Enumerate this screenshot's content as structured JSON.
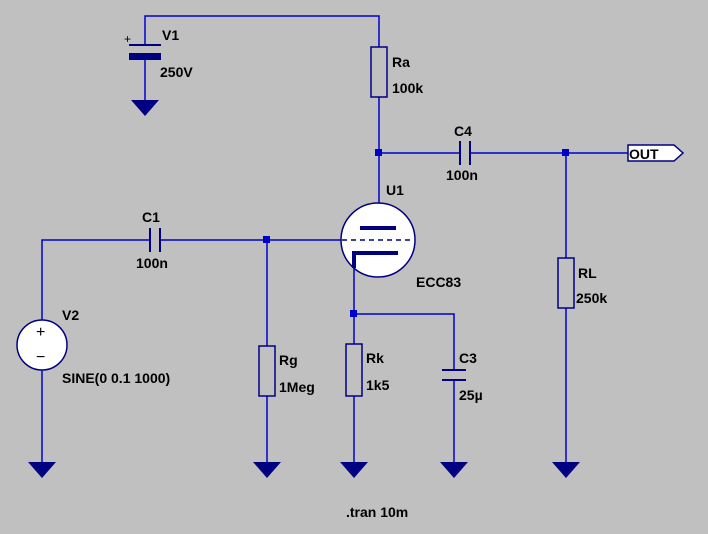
{
  "colors": {
    "background": "#c0c0c0",
    "wire": "#0000cd",
    "component": "#000080",
    "text": "#000000"
  },
  "components": {
    "v1": {
      "ref": "V1",
      "value": "250V",
      "polarity": "+"
    },
    "ra": {
      "ref": "Ra",
      "value": "100k"
    },
    "c4": {
      "ref": "C4",
      "value": "100n"
    },
    "u1": {
      "ref": "U1",
      "value": "ECC83"
    },
    "c1": {
      "ref": "C1",
      "value": "100n"
    },
    "v2": {
      "ref": "V2",
      "value": "SINE(0 0.1 1000)",
      "plus": "+",
      "minus": "−"
    },
    "rg": {
      "ref": "Rg",
      "value": "1Meg"
    },
    "rk": {
      "ref": "Rk",
      "value": "1k5"
    },
    "c3": {
      "ref": "C3",
      "value": "25µ"
    },
    "rl": {
      "ref": "RL",
      "value": "250k"
    }
  },
  "output_port": {
    "label": "OUT"
  },
  "directive": ".tran 10m"
}
